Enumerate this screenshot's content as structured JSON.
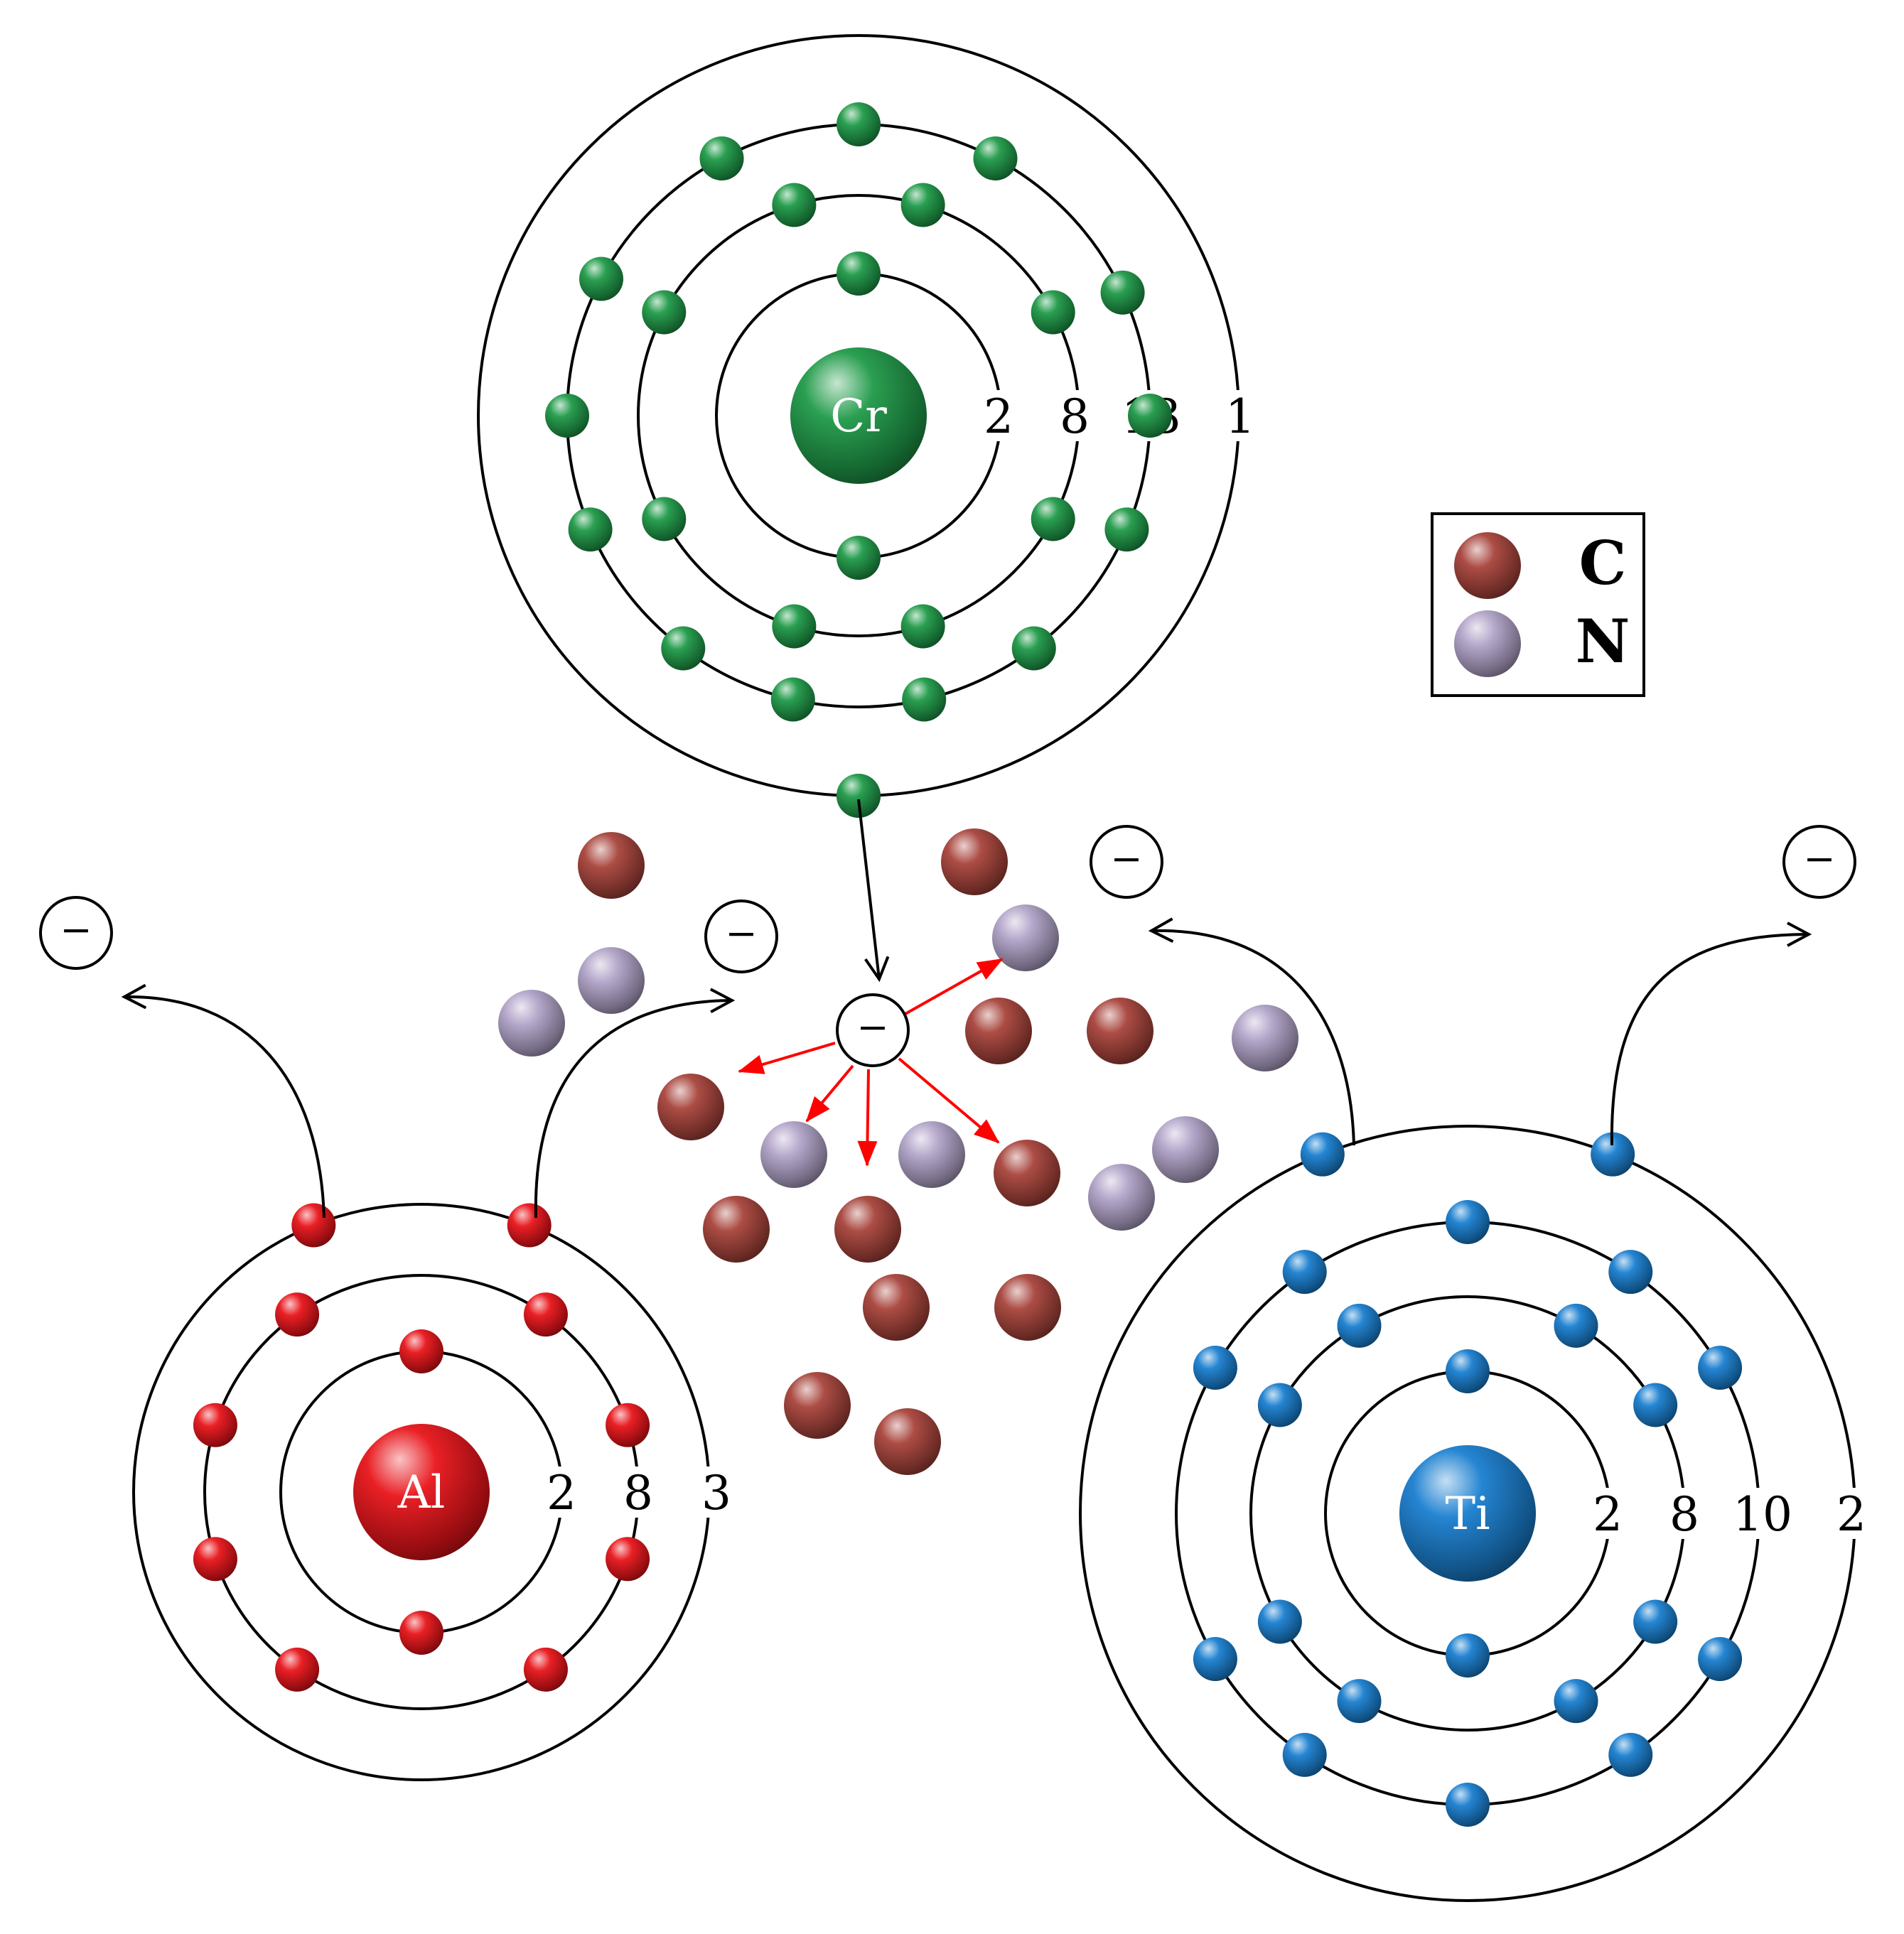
{
  "atoms": [
    {
      "symbol": "Cr",
      "shells": [
        "2",
        "8",
        "13",
        "1"
      ],
      "color": "#1f9a48",
      "electron_counts": [
        2,
        8,
        13,
        1
      ]
    },
    {
      "symbol": "Al",
      "shells": [
        "2",
        "8",
        "3"
      ],
      "color": "#e8141a",
      "electron_counts": [
        2,
        8,
        3
      ]
    },
    {
      "symbol": "Ti",
      "shells": [
        "2",
        "8",
        "10",
        "2"
      ],
      "color": "#1a7fd0",
      "electron_counts": [
        2,
        8,
        10,
        2
      ]
    }
  ],
  "legend": [
    {
      "label": "C",
      "color": "#a8443b"
    },
    {
      "label": "N",
      "color": "#b1a3c8"
    }
  ],
  "electron_symbol": "−",
  "colors": {
    "stroke": "#000000",
    "arrow_red": "#ff0000"
  }
}
